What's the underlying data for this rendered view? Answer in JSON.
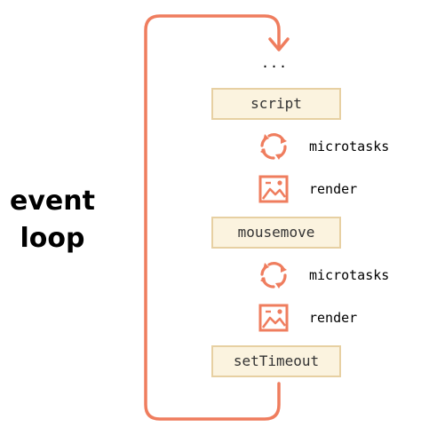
{
  "title": {
    "line1": "event",
    "line2": "loop"
  },
  "ellipsis": "...",
  "tasks": [
    "script",
    "mousemove",
    "setTimeout"
  ],
  "steps": [
    {
      "icon": "refresh-arrows-icon",
      "label": "microtasks"
    },
    {
      "icon": "image-icon",
      "label": "render"
    },
    {
      "icon": "refresh-arrows-icon",
      "label": "microtasks"
    },
    {
      "icon": "image-icon",
      "label": "render"
    }
  ],
  "colors": {
    "loop": "#ef7d5e",
    "box_fill": "#fbf3df",
    "box_border": "#e7d0a2",
    "icon": "#ef7d5e"
  }
}
